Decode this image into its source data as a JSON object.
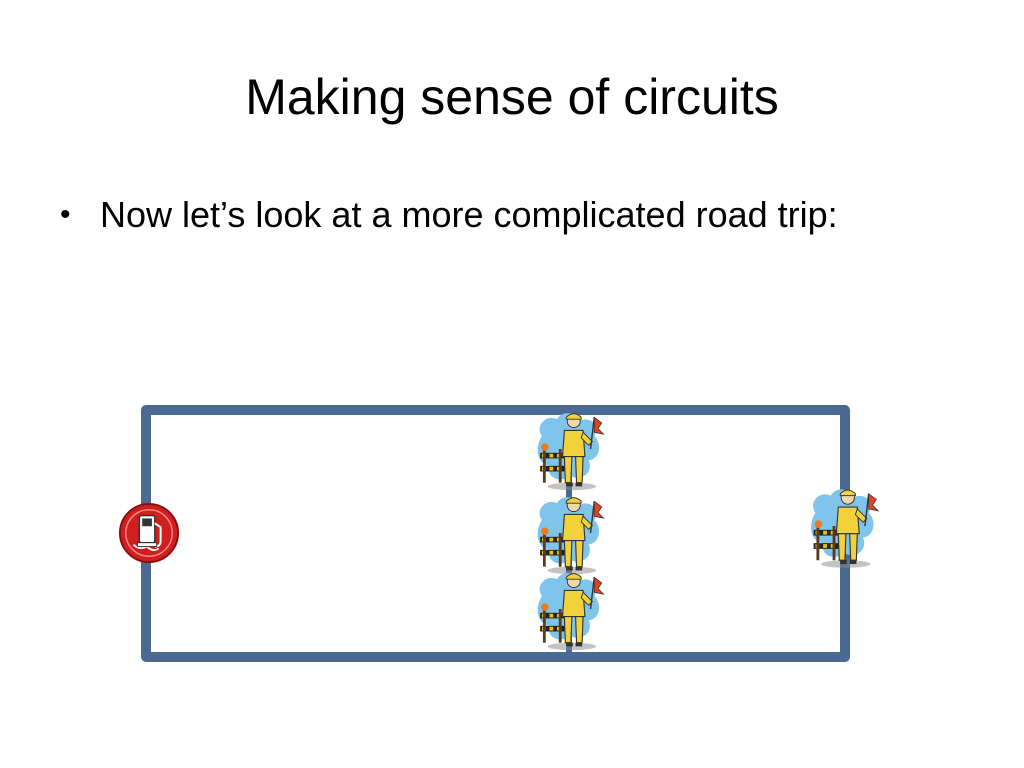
{
  "slide": {
    "title": "Making sense of circuits",
    "bullets": [
      {
        "marker": "•",
        "text": "Now let’s look at a more complicated road trip:"
      }
    ]
  },
  "diagram": {
    "wire_color": "#4a6a94",
    "battery": {
      "name": "gas-pump-icon",
      "color": "#d11f1f"
    },
    "resistors": [
      {
        "name": "road-worker-icon",
        "branch": "middle",
        "index": 1
      },
      {
        "name": "road-worker-icon",
        "branch": "middle",
        "index": 2
      },
      {
        "name": "road-worker-icon",
        "branch": "middle",
        "index": 3
      },
      {
        "name": "road-worker-icon",
        "branch": "right",
        "index": 1
      }
    ]
  }
}
